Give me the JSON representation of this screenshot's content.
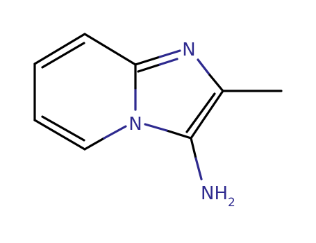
{
  "molecule": {
    "atoms": {
      "n_bridge": "N",
      "n_ring": "N",
      "nh2_main": "NH",
      "nh2_sub": "2"
    },
    "colors": {
      "bond": "#000000",
      "nitrogen": "#2e2a8f",
      "background": "#ffffff"
    }
  }
}
